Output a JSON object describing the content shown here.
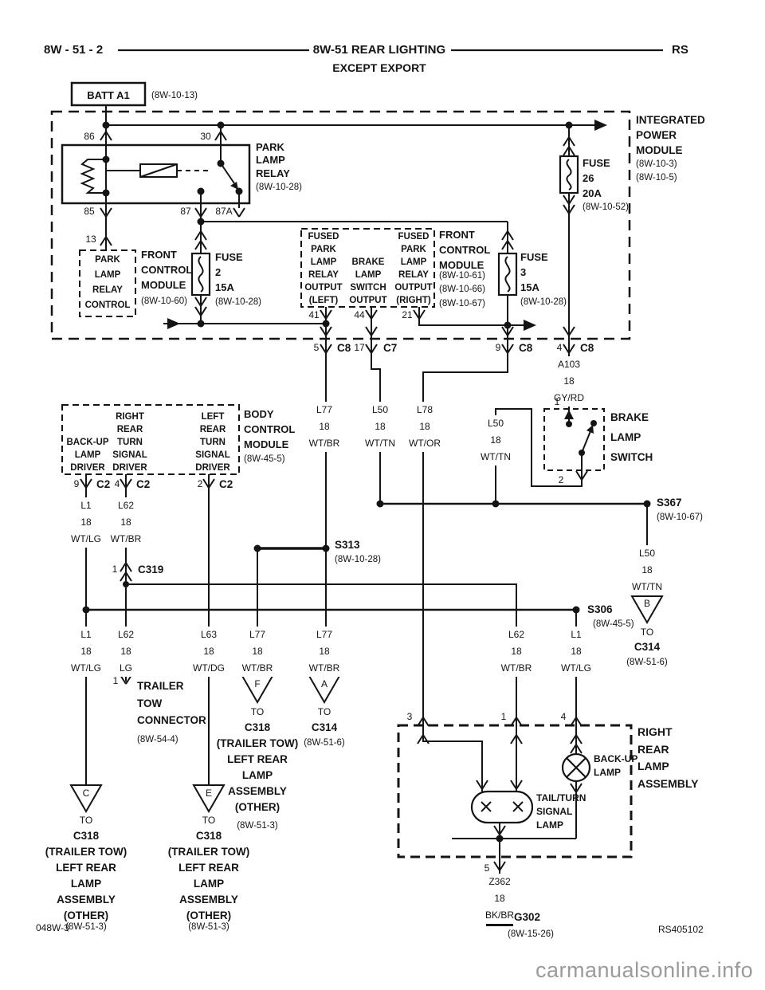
{
  "header": {
    "page_id": "8W - 51 - 2",
    "title": "8W-51 REAR LIGHTING",
    "subtitle": "EXCEPT EXPORT",
    "region_code": "RS"
  },
  "battery": {
    "label": "BATT A1",
    "ref": "(8W-10-13)"
  },
  "ipm": {
    "name": "INTEGRATED\nPOWER\nMODULE",
    "refs": "(8W-10-3)\n(8W-10-5)"
  },
  "park_lamp_relay": {
    "name": "PARK\nLAMP\nRELAY",
    "ref": "(8W-10-28)",
    "pin86": "86",
    "pin30": "30",
    "pin85": "85",
    "pin87": "87",
    "pin87a": "87A"
  },
  "fcm_left": {
    "pin13": "13",
    "function": "PARK\nLAMP\nRELAY\nCONTROL",
    "name": "FRONT\nCONTROL\nMODULE",
    "ref": "(8W-10-60)"
  },
  "fuse2": {
    "name": "FUSE\n2\n15A",
    "ref": "(8W-10-28)"
  },
  "fuse3": {
    "name": "FUSE\n3\n15A",
    "ref": "(8W-10-28)"
  },
  "fuse26": {
    "name": "FUSE\n26\n20A",
    "ref": "(8W-10-52)"
  },
  "fcm_mid": {
    "pin41": "41",
    "pin44": "44",
    "pin21": "21",
    "out_left": "FUSED\nPARK\nLAMP\nRELAY\nOUTPUT\n(LEFT)",
    "out_brake": "BRAKE\nLAMP\nSWITCH\nOUTPUT",
    "out_right": "FUSED\nPARK\nLAMP\nRELAY\nOUTPUT\n(RIGHT)",
    "name": "FRONT\nCONTROL\nMODULE",
    "refs": "(8W-10-61)\n(8W-10-66)\n(8W-10-67)"
  },
  "connectors": {
    "c8_5_pin": "5",
    "c8_5": "C8",
    "c7_17_pin": "17",
    "c7_17": "C7",
    "c8_9_pin": "9",
    "c8_9": "C8",
    "c8_4_pin": "4",
    "c8_4": "C8",
    "c319_pin": "1",
    "c319": "C319"
  },
  "wires": {
    "a103": "A103\n18\nGY/RD",
    "l77_top": "L77\n18\nWT/BR",
    "l50_top": "L50\n18\nWT/TN",
    "l78": "L78\n18\nWT/OR",
    "l50_switch": "L50\n18\nWT/TN",
    "l50_s367": "L50\n18\nWT/TN",
    "l1_top": "L1\n18\nWT/LG",
    "l62_top": "L62\n18\nWT/BR",
    "l1_left": "L1\n18\nWT/LG",
    "l62_trailer": "L62\n18\nLG",
    "l63": "L63\n18\nWT/DG",
    "l77_f": "L77\n18\nWT/BR",
    "l77_a": "L77\n18\nWT/BR",
    "l62_right": "L62\n18\nWT/BR",
    "l1_right": "L1\n18\nWT/LG",
    "z362": "Z362\n18\nBK/BR"
  },
  "brake_switch": {
    "pin1": "1",
    "pin2": "2",
    "name": "BRAKE\nLAMP\nSWITCH"
  },
  "splices": {
    "s313": "S313",
    "s313_ref": "(8W-10-28)",
    "s367": "S367",
    "s367_ref": "(8W-10-67)",
    "s306": "S306",
    "s306_ref": "(8W-45-5)"
  },
  "bcm": {
    "pin9": "9",
    "c2a": "C2",
    "pin4": "4",
    "c2b": "C2",
    "pin2": "2",
    "c2c": "C2",
    "backup_driver": "BACK-UP\nLAMP\nDRIVER",
    "right_turn_driver": "RIGHT\nREAR\nTURN\nSIGNAL\nDRIVER",
    "left_turn_driver": "LEFT\nREAR\nTURN\nSIGNAL\nDRIVER",
    "name": "BODY\nCONTROL\nMODULE",
    "ref": "(8W-45-5)"
  },
  "trailer_tow": {
    "pin1": "1",
    "name": "TRAILER\nTOW\nCONNECTOR",
    "ref": "(8W-54-4)"
  },
  "tri_c": {
    "letter": "C",
    "to": "TO",
    "dest": "C318\n(TRAILER TOW)\nLEFT REAR\nLAMP\nASSEMBLY\n(OTHER)",
    "ref": "(8W-51-3)"
  },
  "tri_e": {
    "letter": "E",
    "to": "TO",
    "dest": "C318\n(TRAILER TOW)\nLEFT REAR\nLAMP\nASSEMBLY\n(OTHER)",
    "ref": "(8W-51-3)"
  },
  "tri_f": {
    "letter": "F",
    "to": "TO",
    "dest": "C318\n(TRAILER TOW)\nLEFT REAR\nLAMP\nASSEMBLY\n(OTHER)",
    "ref": "(8W-51-3)"
  },
  "tri_a": {
    "letter": "A",
    "to": "TO",
    "dest": "C314",
    "ref": "(8W-51-6)"
  },
  "tri_b": {
    "letter": "B",
    "to": "TO",
    "dest": "C314",
    "ref": "(8W-51-6)"
  },
  "rrla": {
    "pin3": "3",
    "pin1": "1",
    "pin4": "4",
    "pin5": "5",
    "name": "RIGHT\nREAR\nLAMP\nASSEMBLY",
    "backup_lamp": "BACK-UP\nLAMP",
    "tail_turn_lamp": "TAIL/TURN\nSIGNAL\nLAMP"
  },
  "ground": {
    "name": "G302",
    "ref": "(8W-15-26)"
  },
  "footer": {
    "sheet": "048W-3",
    "code": "RS405102",
    "watermark": "carmanualsonline.info"
  }
}
